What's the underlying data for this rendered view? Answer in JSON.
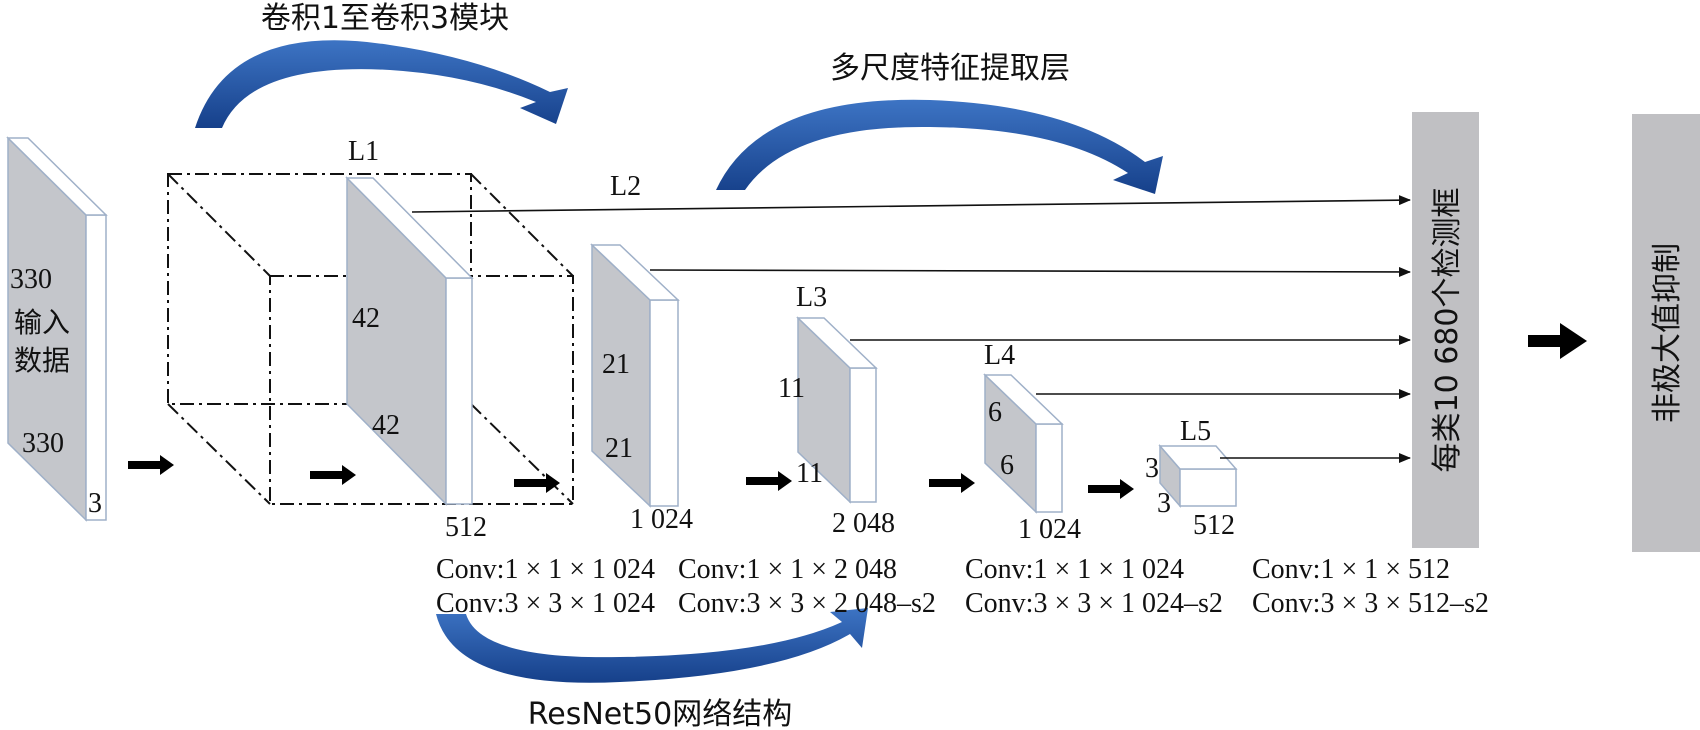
{
  "captions": {
    "top_left": "卷积1至卷积3模块",
    "top_right": "多尺度特征提取层",
    "bottom": "ResNet50网络结构"
  },
  "input": {
    "size_top": "330",
    "name_line1": "输入",
    "name_line2": "数据",
    "size_bottom": "330",
    "channels": "3"
  },
  "layers": {
    "l1": {
      "name": "L1",
      "size_top": "42",
      "size_bottom": "42",
      "channels": "512"
    },
    "l2": {
      "name": "L2",
      "size_top": "21",
      "size_bottom": "21",
      "channels": "1 024"
    },
    "l3": {
      "name": "L3",
      "size_top": "11",
      "size_bottom": "11",
      "channels": "2 048"
    },
    "l4": {
      "name": "L4",
      "size_top": "6",
      "size_bottom": "6",
      "channels": "1 024"
    },
    "l5": {
      "name": "L5",
      "size_top": "3",
      "size_bottom": "3",
      "channels": "512"
    }
  },
  "conv_labels": [
    {
      "line1": "Conv:1 × 1 × 1 024",
      "line2": "Conv:3 × 3 × 1 024"
    },
    {
      "line1": "Conv:1 × 1 × 2 048",
      "line2": "Conv:3 × 3 × 2 048–s2"
    },
    {
      "line1": "Conv:1 × 1 × 1 024",
      "line2": "Conv:3 × 3 × 1 024–s2"
    },
    {
      "line1": "Conv:1 × 1 × 512",
      "line2": "Conv:3 × 3 × 512–s2"
    }
  ],
  "detection_box": "每类10 680个检测框",
  "nms_box": "非极大值抑制",
  "colors": {
    "feature_face": "#c4c6cb",
    "feature_edge": "#9fb0c8",
    "side_box": "#c0c0c3",
    "curved_arrow": "#2157a8",
    "arrow": "#000000"
  }
}
